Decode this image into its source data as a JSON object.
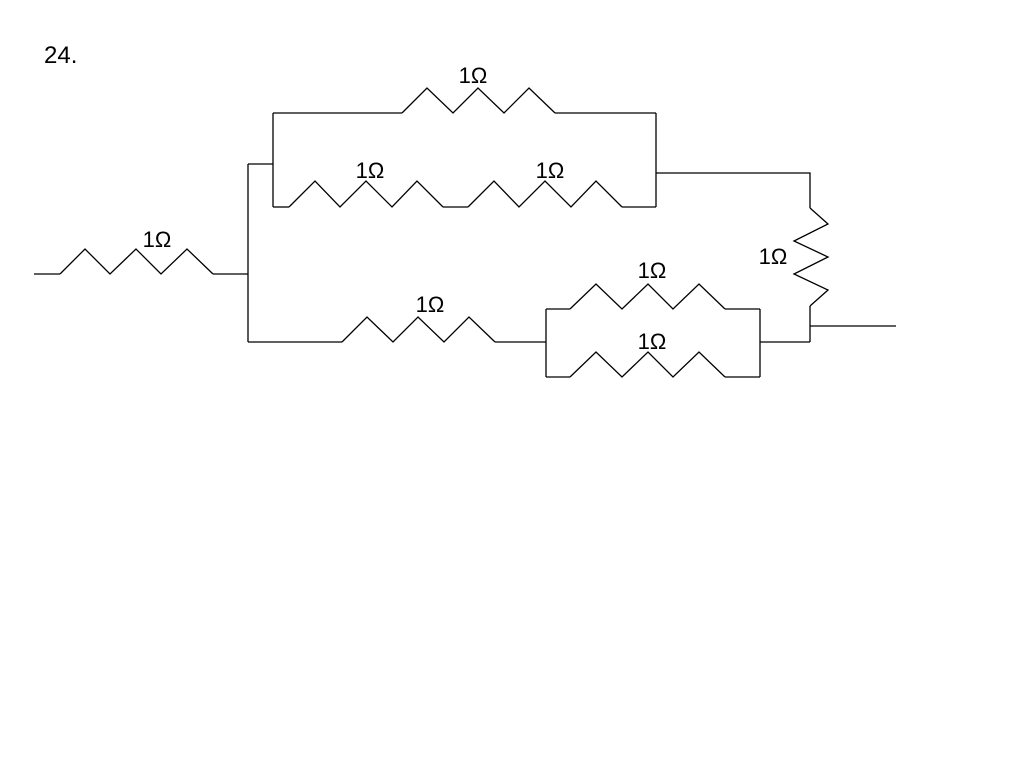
{
  "problem_number": "24.",
  "resistors": [
    {
      "id": "r-input",
      "label": "1Ω"
    },
    {
      "id": "r-top",
      "label": "1Ω"
    },
    {
      "id": "r-middle-left",
      "label": "1Ω"
    },
    {
      "id": "r-middle-right",
      "label": "1Ω"
    },
    {
      "id": "r-right-vertical",
      "label": "1Ω"
    },
    {
      "id": "r-bottom-series",
      "label": "1Ω"
    },
    {
      "id": "r-bottom-upper",
      "label": "1Ω"
    },
    {
      "id": "r-bottom-lower",
      "label": "1Ω"
    }
  ]
}
